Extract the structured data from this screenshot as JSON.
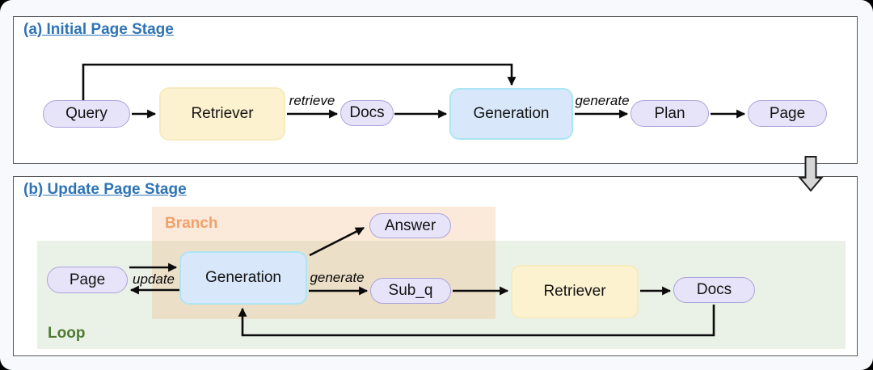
{
  "panel_a": {
    "title": "(a) Initial Page Stage",
    "nodes": {
      "query": "Query",
      "retriever": "Retriever",
      "docs": "Docs",
      "generation": "Generation",
      "plan": "Plan",
      "page": "Page"
    },
    "edge_labels": {
      "retrieve": "retrieve",
      "generate": "generate"
    }
  },
  "panel_b": {
    "title": "(b) Update Page Stage",
    "regions": {
      "branch": "Branch",
      "loop": "Loop"
    },
    "nodes": {
      "page": "Page",
      "generation": "Generation",
      "answer": "Answer",
      "sub_q": "Sub_q",
      "retriever": "Retriever",
      "docs": "Docs"
    },
    "edge_labels": {
      "update": "update",
      "generate": "generate"
    }
  },
  "colors": {
    "title_blue": "#2E74B5",
    "pill_fill": "#E7E4F9",
    "pill_border": "#ABA3DD",
    "retriever_fill": "#FCF2CF",
    "generation_fill": "#D8E7FA",
    "generation_border": "#ACE6F4",
    "branch_region": "#FAE8D9",
    "branch_label": "#F0A26C",
    "loop_region": "#EAF1E6",
    "loop_label": "#4F7A33",
    "arrow": "#0b0b0b",
    "down_arrow_fill": "#D6D6D6"
  }
}
